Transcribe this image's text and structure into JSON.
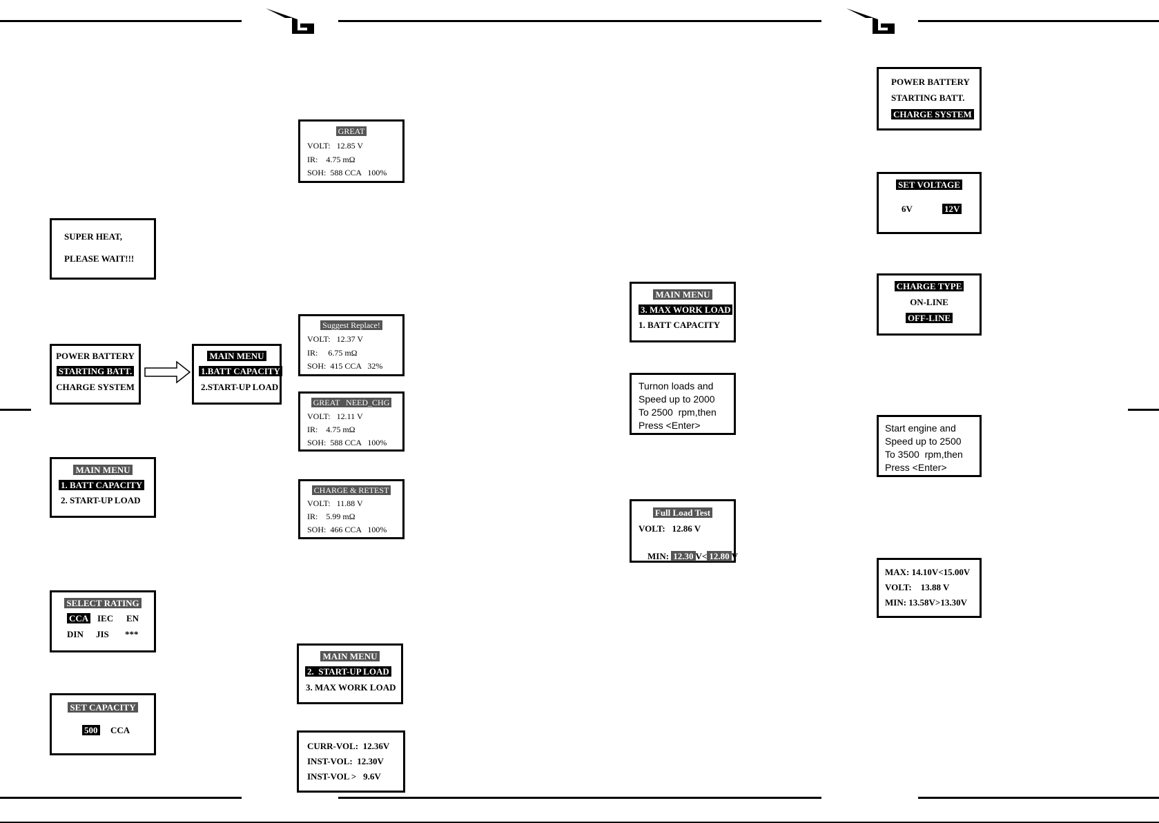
{
  "screens": {
    "super_heat": {
      "line1": "SUPER HEAT,",
      "line2": "PLEASE WAIT!!!"
    },
    "battery_type_1": {
      "line1": "POWER BATTERY",
      "line2": "STARTING BATT.",
      "line3": "CHARGE SYSTEM"
    },
    "main_menu_1": {
      "title": "MAIN MENU",
      "item1": "1.BATT CAPACITY",
      "item2": "2.START-UP LOAD"
    },
    "main_menu_2": {
      "title": "MAIN MENU",
      "item1": "1. BATT CAPACITY",
      "item2": "2. START-UP LOAD"
    },
    "select_rating": {
      "title": "SELECT RATING",
      "r1": "CCA",
      "r2": "IEC",
      "r3": "EN",
      "r4": "DIN",
      "r5": "JIS",
      "r6": "***"
    },
    "set_capacity": {
      "title": "SET CAPACITY",
      "value": "500",
      "unit": "CCA"
    },
    "result_great": {
      "title": "GREAT",
      "volt": "VOLT:   12.85 V",
      "ir": "IR:    4.75 mΩ",
      "soh": "SOH:  588 CCA   100%"
    },
    "result_replace": {
      "title": "Suggest Replace!",
      "volt": "VOLT:   12.37 V",
      "ir": "IR:     6.75 mΩ",
      "soh": "SOH:  415 CCA   32%"
    },
    "result_need_chg": {
      "title": "GREAT   NEED_CHG",
      "volt": "VOLT:   12.11 V",
      "ir": "IR:    4.75 mΩ",
      "soh": "SOH:  588 CCA   100%"
    },
    "result_charge_retest": {
      "title": "CHARGE & RETEST",
      "volt": "VOLT:   11.88 V",
      "ir": "IR:    5.99 mΩ",
      "soh": "SOH:  466 CCA   100%"
    },
    "main_menu_3": {
      "title": "MAIN MENU",
      "item1": "2.  START-UP LOAD",
      "item2": "3. MAX WORK LOAD"
    },
    "startup_result": {
      "l1": "CURR-VOL:  12.36V",
      "l2": "INST-VOL:  12.30V",
      "l3": "INST-VOL >   9.6V"
    },
    "main_menu_4": {
      "title": "MAIN MENU",
      "item1": "3. MAX WORK LOAD",
      "item2": "1. BATT CAPACITY"
    },
    "turn_on_loads": {
      "l1": "Turnon loads and",
      "l2": "Speed up to 2000",
      "l3": "To 2500  rpm,then",
      "l4": "Press <Enter>"
    },
    "full_load": {
      "title": "Full Load Test",
      "volt": "VOLT:   12.86 V",
      "min_label": "MIN:",
      "min_val": "12.30",
      "min_mid": "V<",
      "min_lim": "12.80",
      "min_end": "V"
    },
    "battery_type_2": {
      "line1": "POWER BATTERY",
      "line2": "STARTING BATT.",
      "line3": "CHARGE SYSTEM"
    },
    "set_voltage": {
      "title": "SET VOLTAGE",
      "opt1": "6V",
      "opt2": "12V"
    },
    "charge_type": {
      "title": "CHARGE TYPE",
      "opt1": "ON-LINE",
      "opt2": "OFF-LINE"
    },
    "start_engine": {
      "l1": "Start engine and",
      "l2": "Speed up to 2500",
      "l3": "To 3500  rpm,then",
      "l4": "Press <Enter>"
    },
    "charge_result": {
      "l1": "MAX: 14.10V<15.00V",
      "l2": "VOLT:    13.88 V",
      "l3": "MIN: 13.58V>13.30V"
    }
  }
}
